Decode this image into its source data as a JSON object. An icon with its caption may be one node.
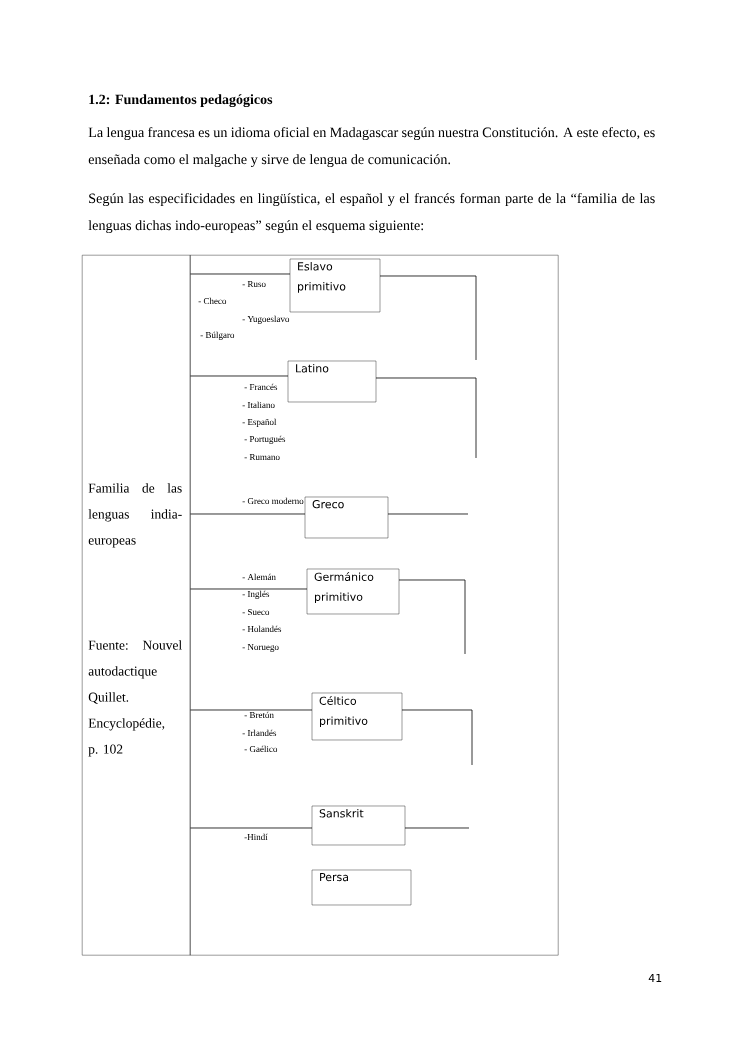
{
  "diagram": {
    "title": "1.2: Fundamentos pedagógicos",
    "nodes": [
      {
        "text": [
          "Familia de las lenguas india-europeas",
          "Fuente: Nouvel autodactique Quillet. Encyclopédie, p. 102"
        ]
      },
      {
        "text": [],
        "shape": "box"
      },
      {
        "text": [
          "Eslavo primitivo"
        ],
        "in": 1
      },
      {
        "text": [
          "Latino"
        ],
        "in": 1
      },
      {
        "text": [
          "Greco"
        ],
        "in": 1
      },
      {
        "text": [
          "Germánico primitivo"
        ],
        "in": 1
      },
      {
        "text": [
          "Céltico primitivo"
        ],
        "in": 1
      },
      {
        "text": [
          "Sanskrit"
        ],
        "in": 1
      },
      {
        "text": [
          "Persa"
        ],
        "in": 1
      }
    ],
    "edges": [
      {
        "from": 0,
        "to": 2,
        "arrow": "none"
      },
      {
        "from": 2,
        "to": null,
        "arrow": "none"
      },
      {
        "from": 0,
        "to": 3,
        "arrow": "none"
      },
      {
        "from": 3,
        "to": null,
        "arrow": "none"
      },
      {
        "from": 0,
        "to": 4,
        "arrow": "none"
      },
      {
        "from": 4,
        "to": null,
        "arrow": "none"
      },
      {
        "from": 0,
        "to": 5,
        "arrow": "none"
      },
      {
        "from": 5,
        "to": null,
        "arrow": "none"
      },
      {
        "from": 0,
        "to": 6,
        "arrow": "none"
      },
      {
        "from": 6,
        "to": null,
        "arrow": "none"
      },
      {
        "from": 0,
        "to": 7,
        "arrow": "none"
      },
      {
        "from": 7,
        "to": null,
        "arrow": "none"
      }
    ],
    "labels": [
      "La lengua francesa es un idioma oficial en Madagascar según nuestra Constitución. A este efecto, es enseñada como el malgache y sirve de lengua de comunicación.",
      "Según las especificidades en lingüística, el español y el francés forman parte de la “familia de las lenguas dichas indo-europeas” según el esquema siguiente:",
      "- Ruso",
      "- Checo",
      "- Yugoeslavo",
      "- Búlgaro",
      "- Francés",
      "- Italiano",
      "- Español",
      "- Portugués",
      "- Rumano",
      "- Greco moderno",
      "- Alemán",
      "- Inglés",
      "- Sueco",
      "- Holandés",
      "- Noruego",
      "- Bretón",
      "- Irlandés",
      "- Gaélico",
      "-Hindí",
      "41"
    ]
  }
}
